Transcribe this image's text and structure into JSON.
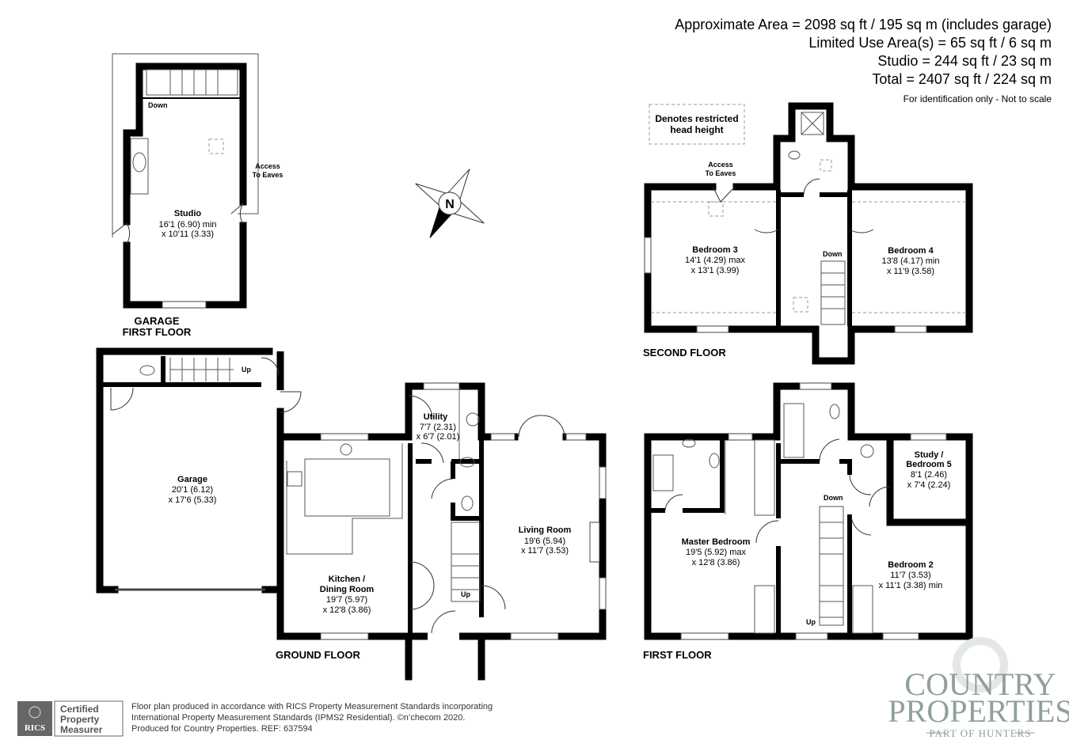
{
  "areas": {
    "line1": "Approximate Area = 2098 sq ft / 195 sq m (includes garage)",
    "line2": "Limited Use Area(s) = 65 sq ft / 6 sq m",
    "line3": "Studio = 244 sq ft / 23 sq m",
    "line4": "Total = 2407 sq ft / 224 sq m",
    "note": "For identification only - Not to scale"
  },
  "legend": {
    "line1": "Denotes restricted",
    "line2": "head height"
  },
  "compass": {
    "label": "N"
  },
  "floors": {
    "garage_first": {
      "label1": "GARAGE",
      "label2": "FIRST FLOOR"
    },
    "ground": "GROUND FLOOR",
    "first": "FIRST FLOOR",
    "second": "SECOND FLOOR"
  },
  "rooms": {
    "studio": {
      "name": "Studio",
      "dim1": "16'1 (6.90) min",
      "dim2": "x 10'11 (3.33)"
    },
    "garage": {
      "name": "Garage",
      "dim1": "20'1 (6.12)",
      "dim2": "x 17'6 (5.33)"
    },
    "kitchen": {
      "name1": "Kitchen /",
      "name2": "Dining Room",
      "dim1": "19'7 (5.97)",
      "dim2": "x 12'8 (3.86)"
    },
    "utility": {
      "name": "Utility",
      "dim1": "7'7 (2.31)",
      "dim2": "x 6'7 (2.01)"
    },
    "living": {
      "name": "Living Room",
      "dim1": "19'6 (5.94)",
      "dim2": "x 11'7 (3.53)"
    },
    "master": {
      "name": "Master Bedroom",
      "dim1": "19'5 (5.92) max",
      "dim2": "x 12'8 (3.86)"
    },
    "study": {
      "name1": "Study /",
      "name2": "Bedroom 5",
      "dim1": "8'1 (2.46)",
      "dim2": "x 7'4 (2.24)"
    },
    "bed2": {
      "name": "Bedroom 2",
      "dim1": "11'7 (3.53)",
      "dim2": "x 11'1 (3.38) min"
    },
    "bed3": {
      "name": "Bedroom 3",
      "dim1": "14'1 (4.29) max",
      "dim2": "x 13'1 (3.99)"
    },
    "bed4": {
      "name": "Bedroom 4",
      "dim1": "13'8 (4.17) min",
      "dim2": "x 11'9 (3.58)"
    }
  },
  "labels": {
    "down": "Down",
    "up": "Up",
    "access1": "Access",
    "access2": "To Eaves"
  },
  "footer": {
    "rics": "RICS",
    "cert1": "Certified",
    "cert2": "Property",
    "cert3": "Measurer",
    "text1": "Floor plan produced in accordance with RICS Property Measurement Standards incorporating",
    "text2": "International Property Measurement Standards (IPMS2 Residential).   ©n’checom 2020.",
    "text3": "Produced for Country Properties.    REF: 637594"
  },
  "brand": {
    "line1": "COUNTRY",
    "line2": "PROPERTIES",
    "line3": "PART OF HUNTERS",
    "color": "#8fa09a"
  }
}
